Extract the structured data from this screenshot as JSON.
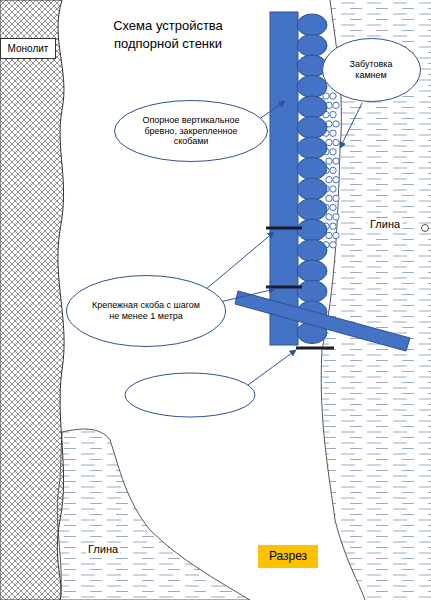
{
  "diagram": {
    "title": "Схема устройства подпорной стенки",
    "nodes": [
      {
        "text": [
          "Монолит"
        ]
      },
      {
        "text": [
          "Забутовка камнем"
        ]
      },
      {
        "text": [
          "Опорное вертикальное бревно, закрепленное скобами"
        ]
      },
      {
        "text": [
          "Крепежная скоба с шагом не менее 1 метра"
        ]
      },
      {
        "text": [
          "Разрез"
        ]
      }
    ],
    "labels": [
      "Глина",
      "Глина"
    ]
  }
}
